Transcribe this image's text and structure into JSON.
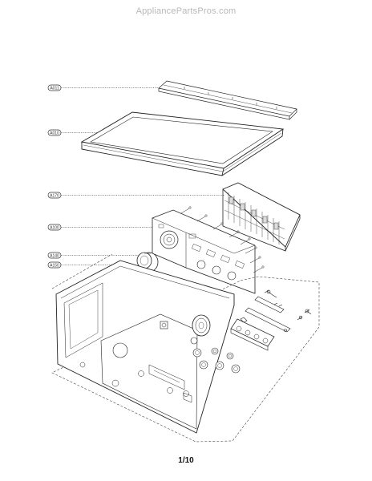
{
  "watermark": "AppliancePartsPros.com",
  "page_number": "1/10",
  "callouts": [
    {
      "id": "A011"
    },
    {
      "id": "A010"
    },
    {
      "id": "A170"
    },
    {
      "id": "A100"
    },
    {
      "id": "A140"
    },
    {
      "id": "A150"
    }
  ]
}
